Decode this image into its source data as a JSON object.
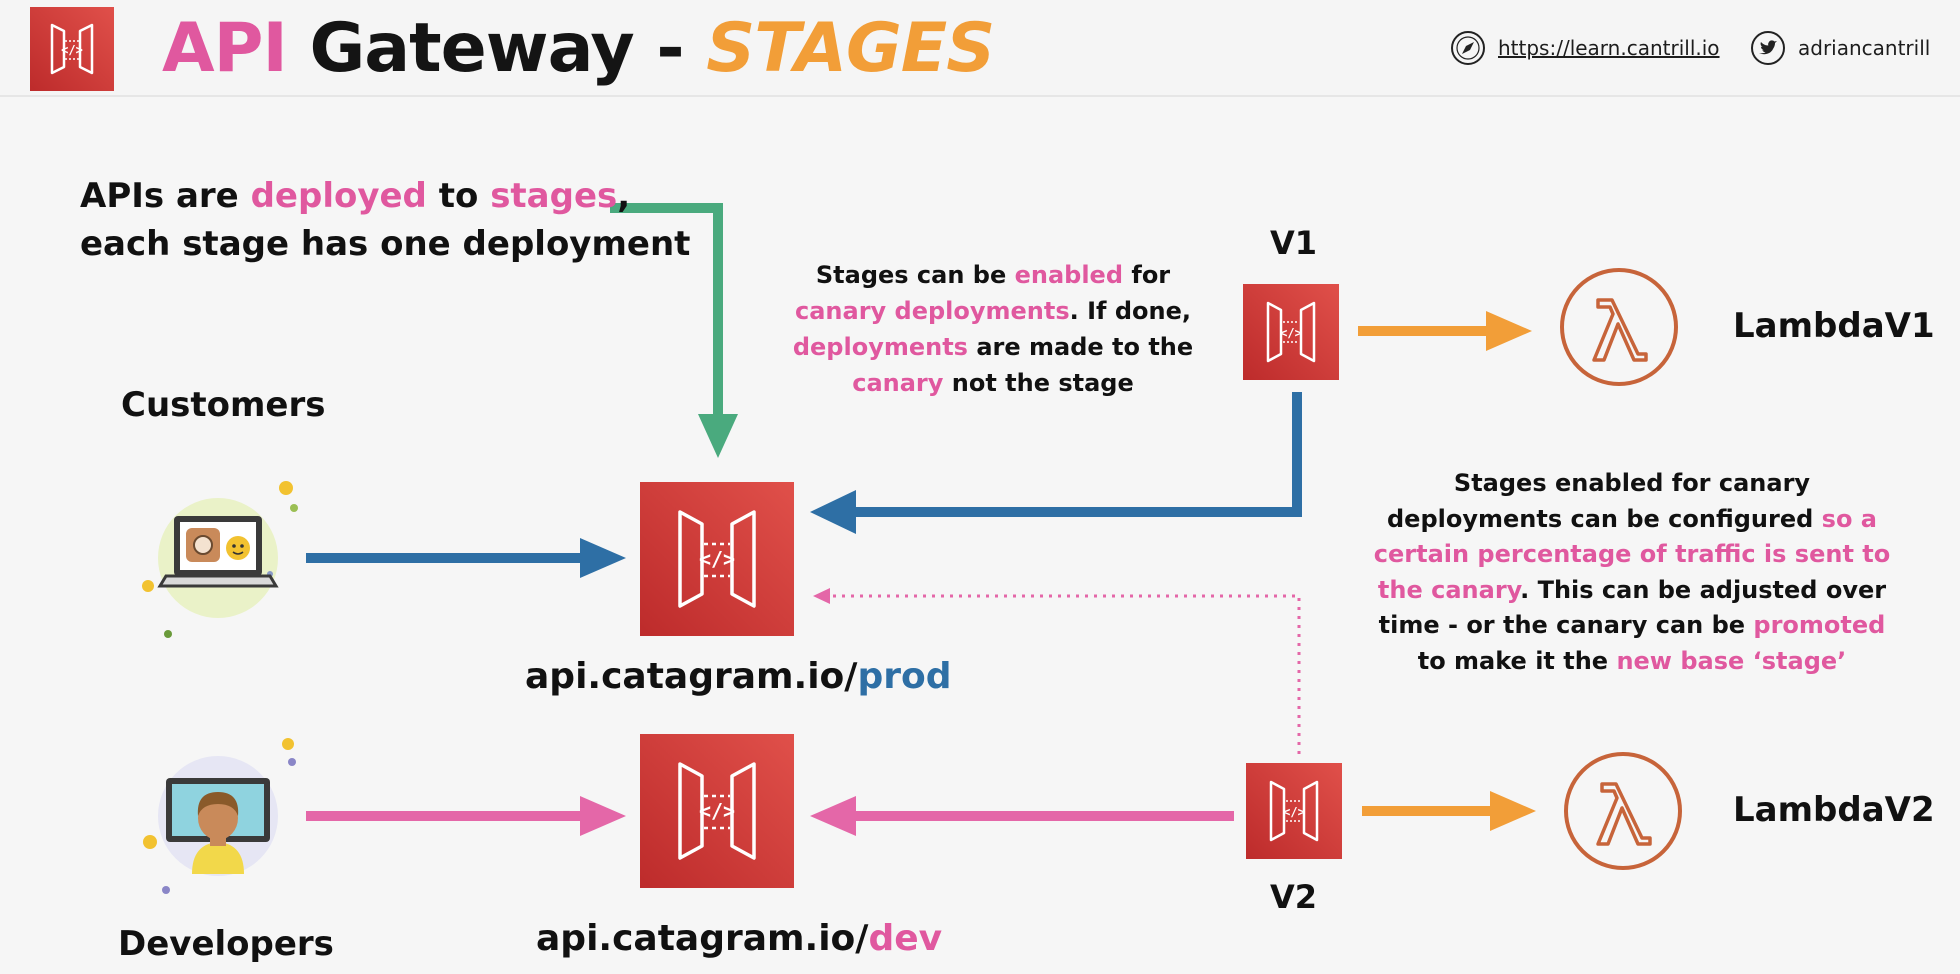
{
  "header": {
    "title_api": "API",
    "title_main": " Gateway - ",
    "title_stages": "STAGES",
    "url": "https://learn.cantrill.io",
    "twitter": "adriancantrill",
    "logo_icon": "api-gateway-icon",
    "url_icon": "compass-icon",
    "twitter_icon": "twitter-icon"
  },
  "note_top": {
    "line1_a": "APIs are ",
    "line1_b": "deployed",
    "line1_c": " to ",
    "line1_d": "stages",
    "line1_e": ",",
    "line2": "each stage has one deployment"
  },
  "note_canary": {
    "l1_a": "Stages can be ",
    "l1_b": "enabled",
    "l1_c": " for",
    "l2_a": "canary deployments",
    "l2_b": ". If done,",
    "l3_a": "deployments",
    "l3_b": " are made to the",
    "l4_a": "canary",
    "l4_b": " not the stage"
  },
  "note_traffic": {
    "l1": "Stages enabled for canary",
    "l2_a": "deployments can be configured ",
    "l2_b": "so a",
    "l3": "certain percentage of traffic is sent to",
    "l4_a": "the canary",
    "l4_b": ". This can be adjusted over",
    "l5_a": "time - or the canary can be ",
    "l5_b": "promoted",
    "l6_a": "to make it the ",
    "l6_b": "new base ‘stage’"
  },
  "labels": {
    "customers": "Customers",
    "developers": "Developers",
    "v1": "V1",
    "v2": "V2",
    "lambda_v1": "LambdaV1",
    "lambda_v2": "LambdaV2",
    "prod_host": "api.catagram.io/",
    "prod_stage": "prod",
    "dev_host": "api.catagram.io/",
    "dev_stage": "dev"
  },
  "colors": {
    "aws_red": "#d13b36",
    "green_arrow": "#4aaa7e",
    "blue_arrow": "#2e6fa5",
    "pink_arrow": "#e467a8",
    "orange_arrow": "#f29e38",
    "lambda_orange": "#c7643a"
  }
}
